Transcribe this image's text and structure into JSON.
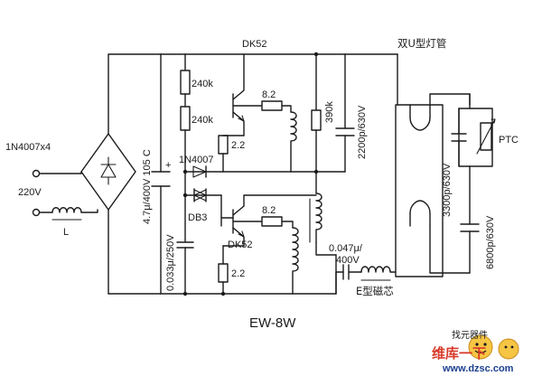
{
  "labels": {
    "bridge": "1N4007x4",
    "mains": "220V",
    "inductor_l": "L",
    "cap_bulk": "4.7μ/400V 105 C",
    "cap_bulk_plus": "+",
    "r1": "240k",
    "r2": "240k",
    "diac_diode": "1N4007",
    "diac": "DB3",
    "cap_trigger": "0.033μ/250V",
    "q_top": "DK52",
    "q_bottom": "DK52",
    "r_base_top": "8.2",
    "r_base_bottom": "8.2",
    "r_emit_top": "2.2",
    "r_emit_bottom": "2.2",
    "r_390k": "390k",
    "cap_2200": "2200p/630V",
    "cap_series_1": "0.047μ/",
    "cap_series_2": "400V",
    "core_label": "E型磁芯",
    "lamp_label": "双U型灯管",
    "cap_3300": "3300p/630V",
    "ptc": "PTC",
    "cap_6800": "6800p/630V",
    "model": "EW-8W"
  },
  "watermark": {
    "site_name": "维库一下",
    "url": "www.dzsc.com",
    "mascot_text": "找元器件"
  }
}
